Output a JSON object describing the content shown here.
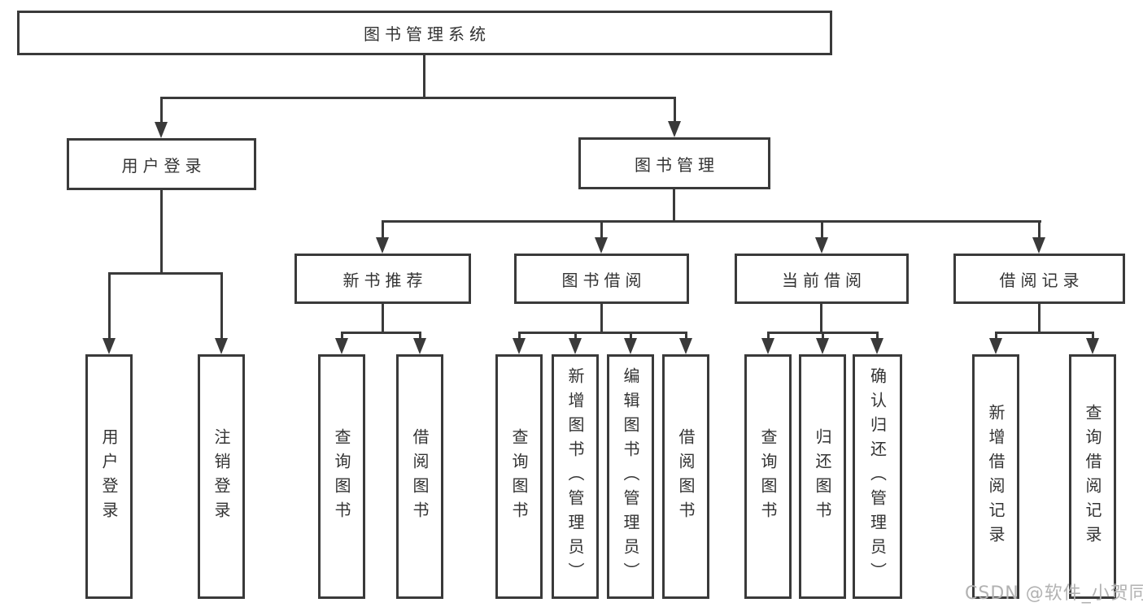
{
  "colors": {
    "line": "#3a3a3a",
    "text": "#333333",
    "watermark": "#b2b2b2",
    "background": "#ffffff"
  },
  "watermark": "CSDN @软件_小贺同学",
  "tree": {
    "root": {
      "label": "图书管理系统"
    },
    "level2": [
      {
        "label": "用户登录"
      },
      {
        "label": "图书管理"
      }
    ],
    "level3": [
      {
        "label": "新书推荐"
      },
      {
        "label": "图书借阅"
      },
      {
        "label": "当前借阅"
      },
      {
        "label": "借阅记录"
      }
    ],
    "leaves": {
      "user_login": [
        {
          "label": "用户登录"
        },
        {
          "label": "注销登录"
        }
      ],
      "new_book": [
        {
          "label": "查询图书"
        },
        {
          "label": "借阅图书"
        }
      ],
      "book_borrow": [
        {
          "label": "查询图书"
        },
        {
          "label": "新增图书（管理员）"
        },
        {
          "label": "编辑图书（管理员）"
        },
        {
          "label": "借阅图书"
        }
      ],
      "current_borrow": [
        {
          "label": "查询图书"
        },
        {
          "label": "归还图书"
        },
        {
          "label": "确认归还（管理员）"
        }
      ],
      "records": [
        {
          "label": "新增借阅记录"
        },
        {
          "label": "查询借阅记录"
        }
      ]
    }
  }
}
